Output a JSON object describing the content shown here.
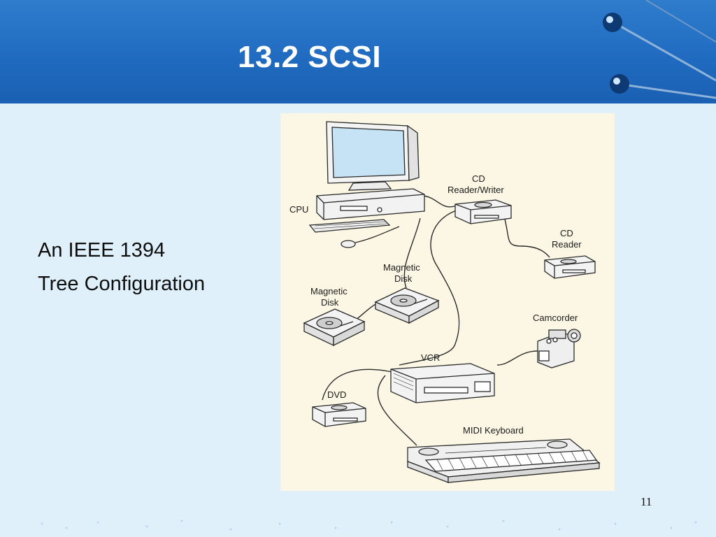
{
  "slide": {
    "title": "13.2 SCSI",
    "body_lines": [
      "An IEEE 1394",
      "Tree Configuration"
    ],
    "page_number": "11"
  },
  "figure": {
    "labels": {
      "cpu": "CPU",
      "cd_rw_line1": "CD",
      "cd_rw_line2": "Reader/Writer",
      "cd_reader_line1": "CD",
      "cd_reader_line2": "Reader",
      "magdisk1_line1": "Magnetic",
      "magdisk1_line2": "Disk",
      "magdisk2_line1": "Magnetic",
      "magdisk2_line2": "Disk",
      "camcorder": "Camcorder",
      "vcr": "VCR",
      "dvd": "DVD",
      "midi": "MIDI Keyboard"
    }
  },
  "colors": {
    "header_blue": "#1f6abf",
    "background": "#dff0fb",
    "figure_background": "#fbf7e4",
    "screen_blue": "#c6e3f6"
  }
}
